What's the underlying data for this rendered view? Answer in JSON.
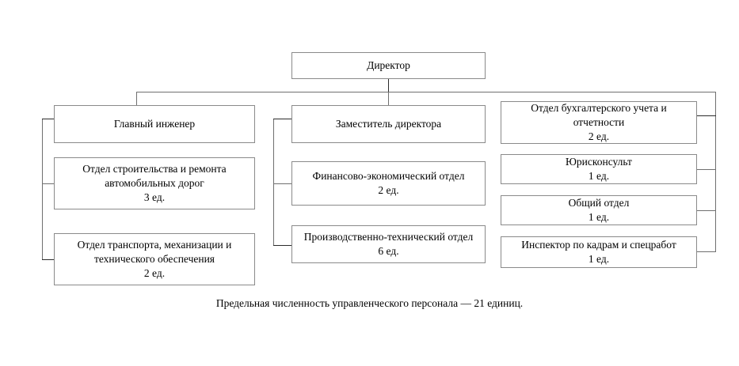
{
  "chart": {
    "type": "org-chart",
    "title_box": {
      "name": "director",
      "label": "Директор"
    },
    "branches": [
      {
        "name": "chief-engineer",
        "head": {
          "label": "Главный инженер",
          "count": ""
        },
        "children": [
          {
            "name": "road-construction-repair-department",
            "label_line1": "Отдел строительства и ремонта",
            "label_line2": "автомобильных дорог",
            "count": "3 ед."
          },
          {
            "name": "transport-mechanization-department",
            "label_line1": "Отдел транспорта, механизации и",
            "label_line2": "технического обеспечения",
            "count": "2 ед."
          }
        ]
      },
      {
        "name": "deputy-director",
        "head": {
          "label": "Заместитель директора",
          "count": ""
        },
        "children": [
          {
            "name": "financial-economic-department",
            "label_line1": "Финансово-экономический отдел",
            "label_line2": "",
            "count": "2 ед."
          },
          {
            "name": "production-technical-department",
            "label_line1": "Производственно-технический отдел",
            "label_line2": "",
            "count": "6 ед."
          }
        ]
      },
      {
        "name": "direct-reports",
        "head": null,
        "children": [
          {
            "name": "accounting-reporting-department",
            "label_line1": "Отдел бухгалтерского учета и",
            "label_line2": "отчетности",
            "count": "2 ед."
          },
          {
            "name": "legal-adviser",
            "label_line1": "Юрисконсульт",
            "label_line2": "",
            "count": "1 ед."
          },
          {
            "name": "general-department",
            "label_line1": "Общий отдел",
            "label_line2": "",
            "count": "1 ед."
          },
          {
            "name": "hr-special-works-inspector",
            "label_line1": "Инспектор по кадрам и спецработ",
            "label_line2": "",
            "count": "1 ед."
          }
        ]
      }
    ],
    "footer": {
      "name": "total-headcount-note",
      "text": "Предельная численность управленческого персонала — 21 единиц."
    },
    "colors": {
      "box_border": "#8a8a8a",
      "connector": "#6f6f6f",
      "connector_dark": "#2b2b2b",
      "text": "#000000",
      "background": "#ffffff"
    }
  }
}
